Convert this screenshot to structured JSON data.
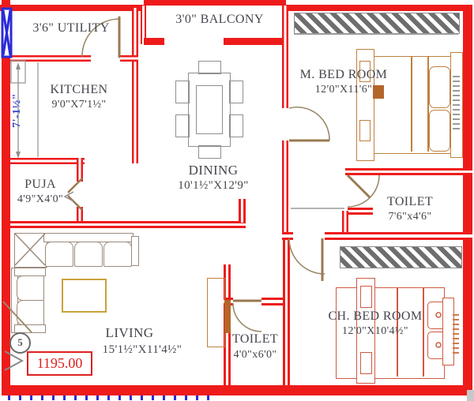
{
  "plan": {
    "title": "apartment-floor-plan",
    "rooms": {
      "utility": {
        "label": "3'6\" UTILITY"
      },
      "balcony": {
        "label": "3'0\" BALCONY"
      },
      "kitchen": {
        "label": "KITCHEN",
        "dims": "9'0\"X7'1½\""
      },
      "dining": {
        "label": "DINING",
        "dims": "10'1½\"X12'9\""
      },
      "puja": {
        "label": "PUJA",
        "dims": "4'9\"X4'0\""
      },
      "master_bedroom": {
        "label": "M. BED ROOM",
        "dims": "12'0\"X11'6\""
      },
      "toilet_attached": {
        "label": "TOILET",
        "dims": "7'6\"x4'6\""
      },
      "toilet_common": {
        "label": "TOILET",
        "dims": "4'0\"x6'0\""
      },
      "children_bedroom": {
        "label": "CH. BED ROOM",
        "dims": "12'0\"X10'4½\""
      },
      "living": {
        "label": "LIVING",
        "dims": "15'1½\"X11'4½\""
      }
    },
    "annotations": {
      "area_value": "1195.00",
      "kitchen_dimension": "7'-1½\"",
      "door_number": "5"
    },
    "colors": {
      "wall_red": "#ee1b1b",
      "window_blue": "#2b2bd8",
      "door_tan": "#9a7a50",
      "furniture_gray": "#8f8f8f",
      "bed_tan": "#bf8040",
      "bed_red": "#cf5a43",
      "table_gold": "#c9a13b",
      "label_text": "#45454e",
      "area_text": "#e02020",
      "dim_blue": "#3342cf"
    }
  }
}
